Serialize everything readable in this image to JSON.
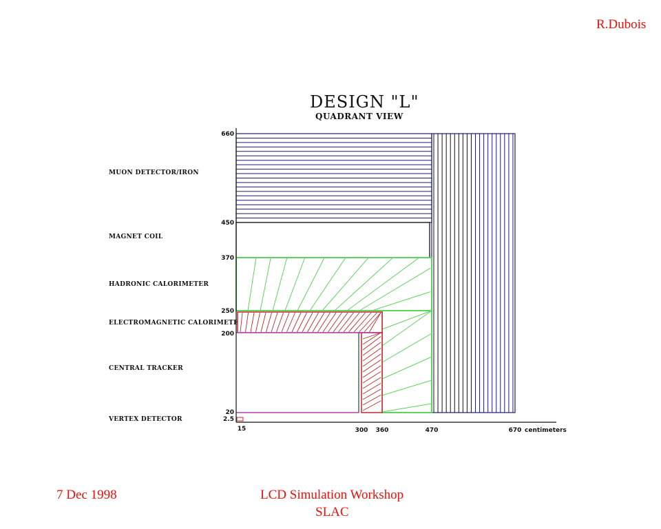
{
  "header": {
    "author": "R.Dubois"
  },
  "footer": {
    "date": "7 Dec 1998",
    "workshop": "LCD Simulation Workshop",
    "site": "SLAC"
  },
  "diagram": {
    "title": "DESIGN \"L\"",
    "subtitle": "QUADRANT VIEW",
    "x_unit": "centimeters",
    "colors": {
      "muon": "#1a1a7a",
      "hadronic": "#5fd35f",
      "em": "#c0282a",
      "tracker": "#b040b0",
      "vertex": "#c0282a",
      "axis": "#111111",
      "text_red": "#e8120c"
    },
    "layers": [
      {
        "name": "MUON DETECTOR/IRON",
        "r_min": 450,
        "r_max": 660
      },
      {
        "name": "MAGNET COIL",
        "r_min": 370,
        "r_max": 450
      },
      {
        "name": "HADRONIC CALORIMETER",
        "r_min": 250,
        "r_max": 370
      },
      {
        "name": "ELECTROMAGNETIC CALORIMETER",
        "r_min": 200,
        "r_max": 250
      },
      {
        "name": "CENTRAL TRACKER",
        "r_min": 20,
        "r_max": 200
      },
      {
        "name": "VERTEX DETECTOR",
        "r_min": 0,
        "r_max": 2.5
      }
    ],
    "y_ticks": [
      "660",
      "450",
      "370",
      "250",
      "200",
      "20",
      "2.5"
    ],
    "x_ticks": [
      "15",
      "300",
      "360",
      "470",
      "670"
    ]
  }
}
